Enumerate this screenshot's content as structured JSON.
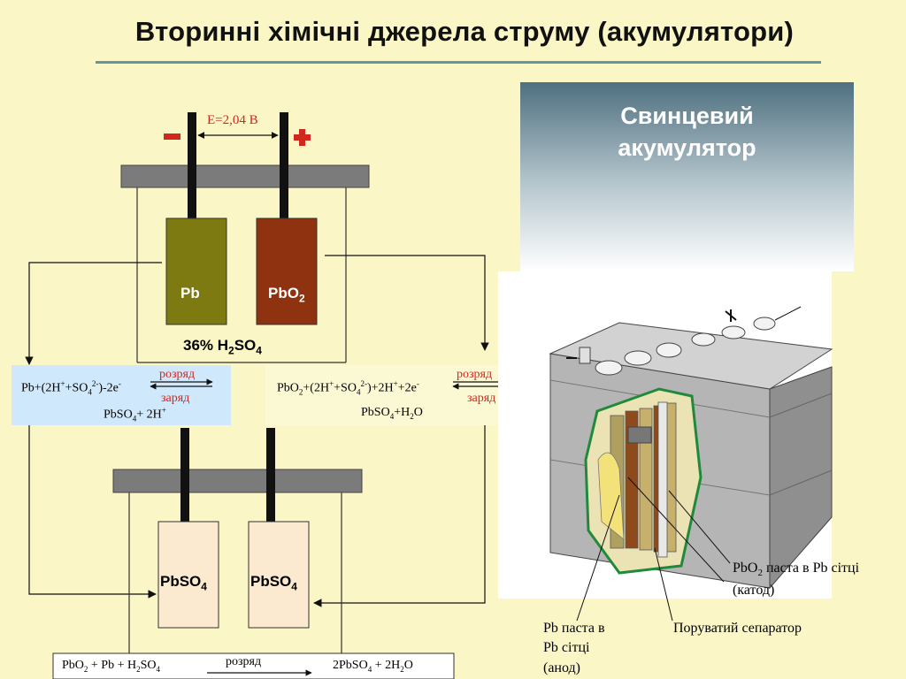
{
  "title": "Вторинні хімічні джерела струму (акумулятори)",
  "top_cell": {
    "emf": "E=2,04 B",
    "minus": "-",
    "plus": "+",
    "anode": "Pb",
    "cathode": "PbO",
    "cathode_sub": "2",
    "electrolyte_pre": "36% H",
    "electrolyte_sub1": "2",
    "electrolyte_mid": "SO",
    "electrolyte_sub2": "4"
  },
  "reactions": {
    "left": {
      "line1_a": "Pb+(2H",
      "line1_b": "+",
      "line1_c": "+SO",
      "line1_d": "4",
      "line1_e": "2-",
      "line1_f": ")-2e",
      "line1_g": "-",
      "line2_a": "PbSO",
      "line2_b": "4",
      "line2_c": "+ 2H",
      "line2_d": "+",
      "discharge": "розряд",
      "charge": "заряд"
    },
    "right": {
      "line1_a": "PbO",
      "line1_b": "2",
      "line1_c": "+(2H",
      "line1_d": "+",
      "line1_e": "+SO",
      "line1_f": "4",
      "line1_g": "2-",
      "line1_h": ")+2H",
      "line1_i": "+",
      "line1_j": "+2e",
      "line1_k": "-",
      "line2_a": "PbSO",
      "line2_b": "4",
      "line2_c": "+H",
      "line2_d": "2",
      "line2_e": "O",
      "discharge": "розряд",
      "charge": "заряд"
    }
  },
  "bottom_cell": {
    "left_a": "PbSO",
    "left_b": "4",
    "right_a": "PbSO",
    "right_b": "4"
  },
  "overall": {
    "lhs_a": "PbO",
    "lhs_b": "2",
    "lhs_c": " + Pb + H",
    "lhs_d": "2",
    "lhs_e": "SO",
    "lhs_f": "4",
    "arrow_label": "розряд",
    "rhs_a": "2PbSO",
    "rhs_b": "4",
    "rhs_c": " + 2H",
    "rhs_d": "2",
    "rhs_e": "O"
  },
  "battery_panel": {
    "title_line1": "Свинцевий",
    "title_line2": "акумулятор",
    "callout_cathode_a": "PbO",
    "callout_cathode_b": "2",
    "callout_cathode_c": " паста в  Pb сітці",
    "callout_cathode_d": "(катод)",
    "callout_anode_1": "Pb паста в",
    "callout_anode_2": "Pb сітці",
    "callout_anode_3": "(анод)",
    "callout_separator": "Поруватий сепаратор"
  },
  "colors": {
    "background": "#fbf6c5",
    "rule": "#5e97a6",
    "pb_plate": "#7c7a10",
    "pbo2_plate": "#8e3210",
    "pbso4_plate": "#fbe9d0",
    "lid": "#7b7b7b",
    "left_box": "#cfe8fb",
    "red": "#d0271e",
    "panel_top": "#4f7080"
  }
}
